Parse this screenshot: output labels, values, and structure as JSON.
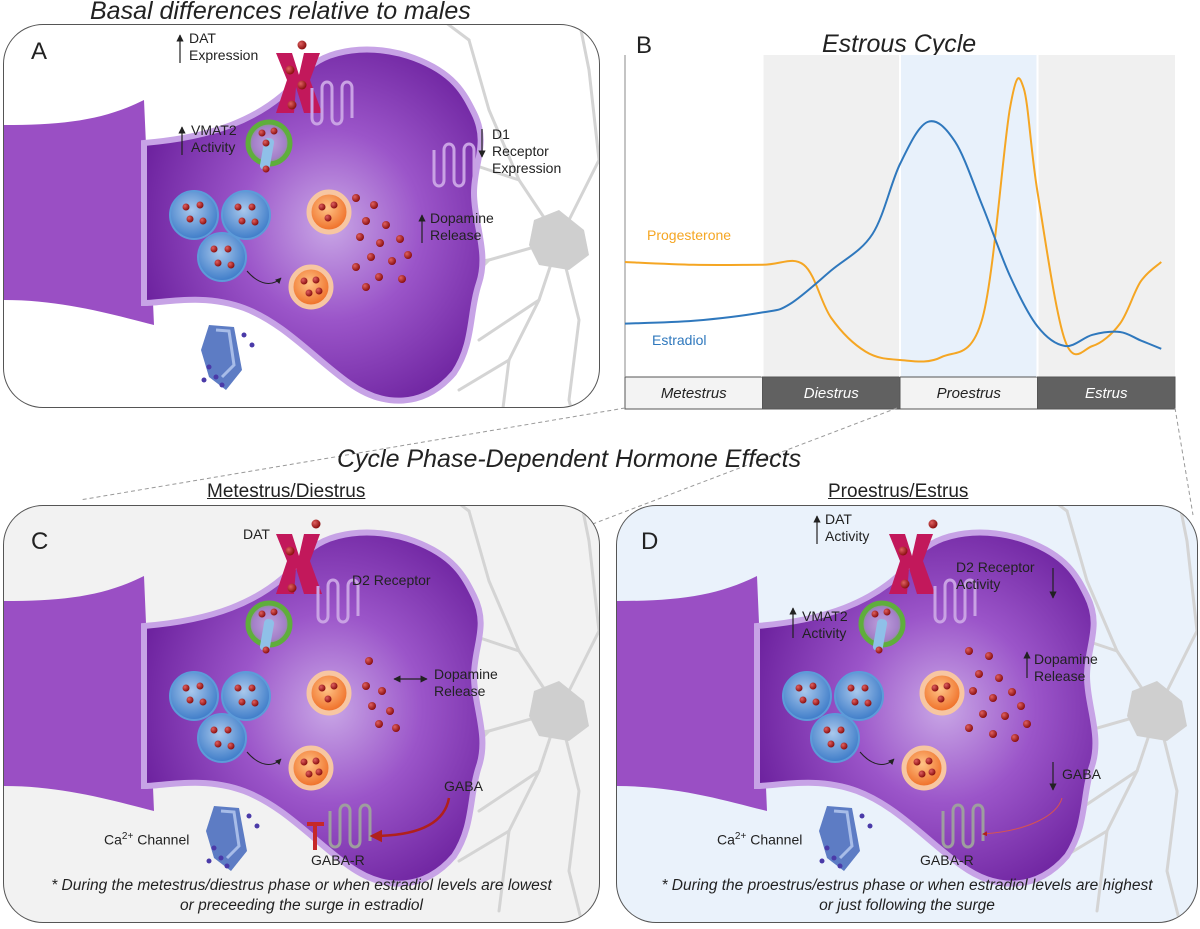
{
  "top_title": "Basal differences relative to males",
  "middle_title": "Cycle Phase-Dependent Hormone Effects",
  "panel_a": {
    "letter": "A",
    "dat_line1": "DAT",
    "dat_line2": "Expression",
    "vmat_line1": "VMAT2",
    "vmat_line2": "Activity",
    "d1_line1": "D1",
    "d1_line2": "Receptor",
    "d1_line3": "Expression",
    "release_line1": "Dopamine",
    "release_line2": "Release"
  },
  "panel_b": {
    "letter": "B",
    "title": "Estrous Cycle",
    "progesterone_label": "Progesterone",
    "estradiol_label": "Estradiol",
    "phases": [
      "Metestrus",
      "Diestrus",
      "Proestrus",
      "Estrus"
    ],
    "colors": {
      "progesterone": "#f5a623",
      "estradiol": "#2f78bd"
    }
  },
  "chart_data": {
    "type": "line",
    "title": "Estrous Cycle",
    "phases": [
      "Metestrus",
      "Diestrus",
      "Proestrus",
      "Estrus"
    ],
    "x_range": [
      0,
      4
    ],
    "y_range": [
      0,
      1
    ],
    "series": [
      {
        "name": "Progesterone",
        "color": "#f5a623",
        "x": [
          0,
          0.5,
          1,
          1.3,
          1.5,
          1.75,
          2,
          2.3,
          2.6,
          2.8,
          2.9,
          3.0,
          3.2,
          3.4,
          3.6,
          3.75,
          3.9
        ],
        "y": [
          0.35,
          0.34,
          0.34,
          0.34,
          0.15,
          0.03,
          0.0,
          0.01,
          0.15,
          0.9,
          0.97,
          0.6,
          0.07,
          0.05,
          0.13,
          0.28,
          0.35
        ]
      },
      {
        "name": "Estradiol",
        "color": "#2f78bd",
        "x": [
          0,
          0.5,
          1,
          1.2,
          1.5,
          1.8,
          2,
          2.2,
          2.4,
          2.6,
          2.8,
          3.0,
          3.2,
          3.4,
          3.6,
          3.75,
          3.9
        ],
        "y": [
          0.13,
          0.14,
          0.17,
          0.2,
          0.32,
          0.45,
          0.7,
          0.85,
          0.78,
          0.55,
          0.3,
          0.12,
          0.05,
          0.09,
          0.1,
          0.07,
          0.04
        ]
      }
    ]
  },
  "panel_c": {
    "letter": "C",
    "heading": "Metestrus/Diestrus",
    "dat": "DAT",
    "d2": "D2 Receptor",
    "release_line1": "Dopamine",
    "release_line2": "Release",
    "gaba": "GABA",
    "gaba_r": "GABA-R",
    "ca_prefix": "Ca",
    "ca_sup": "2+",
    "ca_suffix": " Channel",
    "note_line1": "* During the metestrus/diestrus phase or when estradiol levels are lowest",
    "note_line2": "or preceeding the surge in estradiol"
  },
  "panel_d": {
    "letter": "D",
    "heading": "Proestrus/Estrus",
    "dat_line1": "DAT",
    "dat_line2": "Activity",
    "d2_line1": "D2 Receptor",
    "d2_line2": "Activity",
    "vmat_line1": "VMAT2",
    "vmat_line2": "Activity",
    "release_line1": "Dopamine",
    "release_line2": "Release",
    "gaba": "GABA",
    "gaba_r": "GABA-R",
    "ca_prefix": "Ca",
    "ca_sup": "2+",
    "ca_suffix": " Channel",
    "note_line1": "* During the proestrus/estrus phase or when estradiol levels are highest",
    "note_line2": "or just following the surge"
  }
}
